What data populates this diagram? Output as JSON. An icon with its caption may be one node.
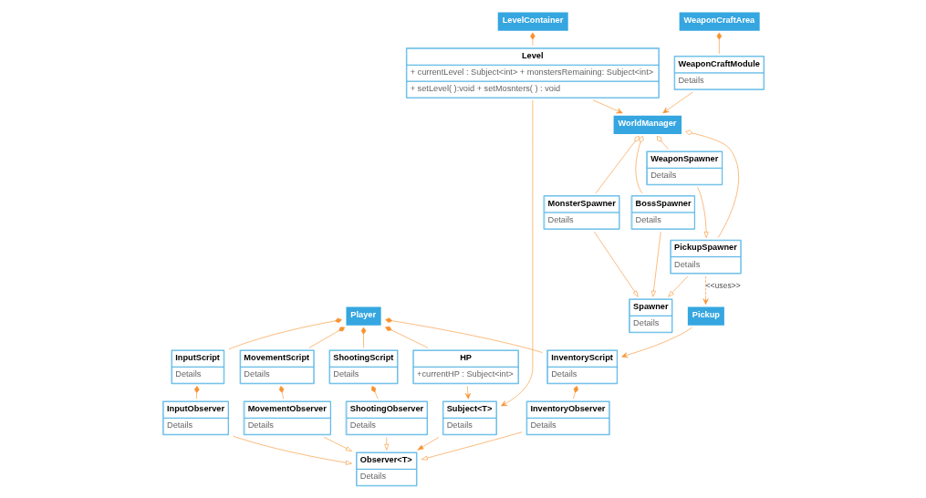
{
  "diagram": {
    "nodes": [
      {
        "text": [
          "Player"
        ]
      },
      {
        "text": [
          "MovementScript",
          "Details"
        ]
      },
      {
        "text": [
          "MovementObserver",
          "Details"
        ]
      },
      {
        "text": [
          "InputScript",
          "Details"
        ]
      },
      {
        "text": [
          "InputObserver",
          "Details"
        ]
      },
      {
        "text": [
          "ShootingScript",
          "Details"
        ]
      },
      {
        "text": [
          "ShootingObserver",
          "Details"
        ]
      },
      {
        "text": [
          "InventoryScript",
          "Details"
        ]
      },
      {
        "text": [
          "InventoryObserver",
          "Details"
        ]
      },
      {
        "text": [
          "HP",
          "+currentHP : Subject<int>"
        ]
      },
      {
        "text": [
          "Subject<T>",
          "Details"
        ]
      },
      {
        "text": [
          "Observer<T>",
          "Details"
        ]
      },
      {
        "text": [
          "LevelContainer"
        ]
      },
      {
        "text": [
          "Level",
          "+ currentLevel : Subject<int> + monstersRemaining: Subject<int>",
          "+ setLevel( ):void + setMosnters( ) : void"
        ]
      },
      {
        "text": [
          "WorldManager"
        ]
      },
      {
        "text": [
          "WeaponCraftModule",
          "Details"
        ]
      },
      {
        "text": [
          "WeaponCraftArea"
        ]
      },
      {
        "text": [
          "MonsterSpawner",
          "Details"
        ]
      },
      {
        "text": [
          "BossSpawner",
          "Details"
        ]
      },
      {
        "text": [
          "PickupSpawner",
          "Details"
        ]
      },
      {
        "text": [
          "Spawner",
          "Details"
        ]
      },
      {
        "text": [
          "WeaponSpawner",
          "Details"
        ]
      },
      {
        "text": [
          "Pickup"
        ]
      }
    ],
    "edges": [
      {
        "from": 0,
        "to": 1,
        "arrow": "other"
      },
      {
        "from": 0,
        "to": 3,
        "arrow": "other"
      },
      {
        "from": 0,
        "to": 5,
        "arrow": "other"
      },
      {
        "from": 0,
        "to": 7,
        "arrow": "other"
      },
      {
        "from": 0,
        "to": 9,
        "arrow": "other"
      },
      {
        "from": 1,
        "to": 2,
        "arrow": "other"
      },
      {
        "from": 3,
        "to": 4,
        "arrow": "other"
      },
      {
        "from": 5,
        "to": 6,
        "arrow": "other"
      },
      {
        "from": 7,
        "to": 8,
        "arrow": "other"
      },
      {
        "from": 2,
        "to": 11,
        "arrow": "to"
      },
      {
        "from": 4,
        "to": 11,
        "arrow": "to"
      },
      {
        "from": 6,
        "to": 11,
        "arrow": "to"
      },
      {
        "from": 8,
        "to": 11,
        "arrow": "to"
      },
      {
        "from": 9,
        "to": 10,
        "arrow": "to"
      },
      {
        "from": 13,
        "to": 10,
        "arrow": "to"
      },
      {
        "from": 10,
        "to": 11,
        "arrow": "to"
      },
      {
        "from": 12,
        "to": 13,
        "arrow": "other"
      },
      {
        "from": 13,
        "to": 14,
        "arrow": "to"
      },
      {
        "from": 15,
        "to": 14,
        "arrow": "to"
      },
      {
        "from": 16,
        "to": 15,
        "arrow": "other"
      },
      {
        "from": 14,
        "to": 17,
        "arrow": "other"
      },
      {
        "from": 14,
        "to": 18,
        "arrow": "other"
      },
      {
        "from": 14,
        "to": 19,
        "arrow": "other"
      },
      {
        "from": 14,
        "to": 21,
        "arrow": "other"
      },
      {
        "from": 17,
        "to": 20,
        "arrow": "to"
      },
      {
        "from": 18,
        "to": 20,
        "arrow": "to"
      },
      {
        "from": 19,
        "to": 20,
        "arrow": "to"
      },
      {
        "from": 21,
        "to": 19,
        "arrow": "to"
      },
      {
        "from": 19,
        "to": 22,
        "arrow": "to",
        "label": "<<uses>>",
        "style": "dashed"
      },
      {
        "from": 22,
        "to": 7,
        "arrow": "to"
      }
    ]
  }
}
